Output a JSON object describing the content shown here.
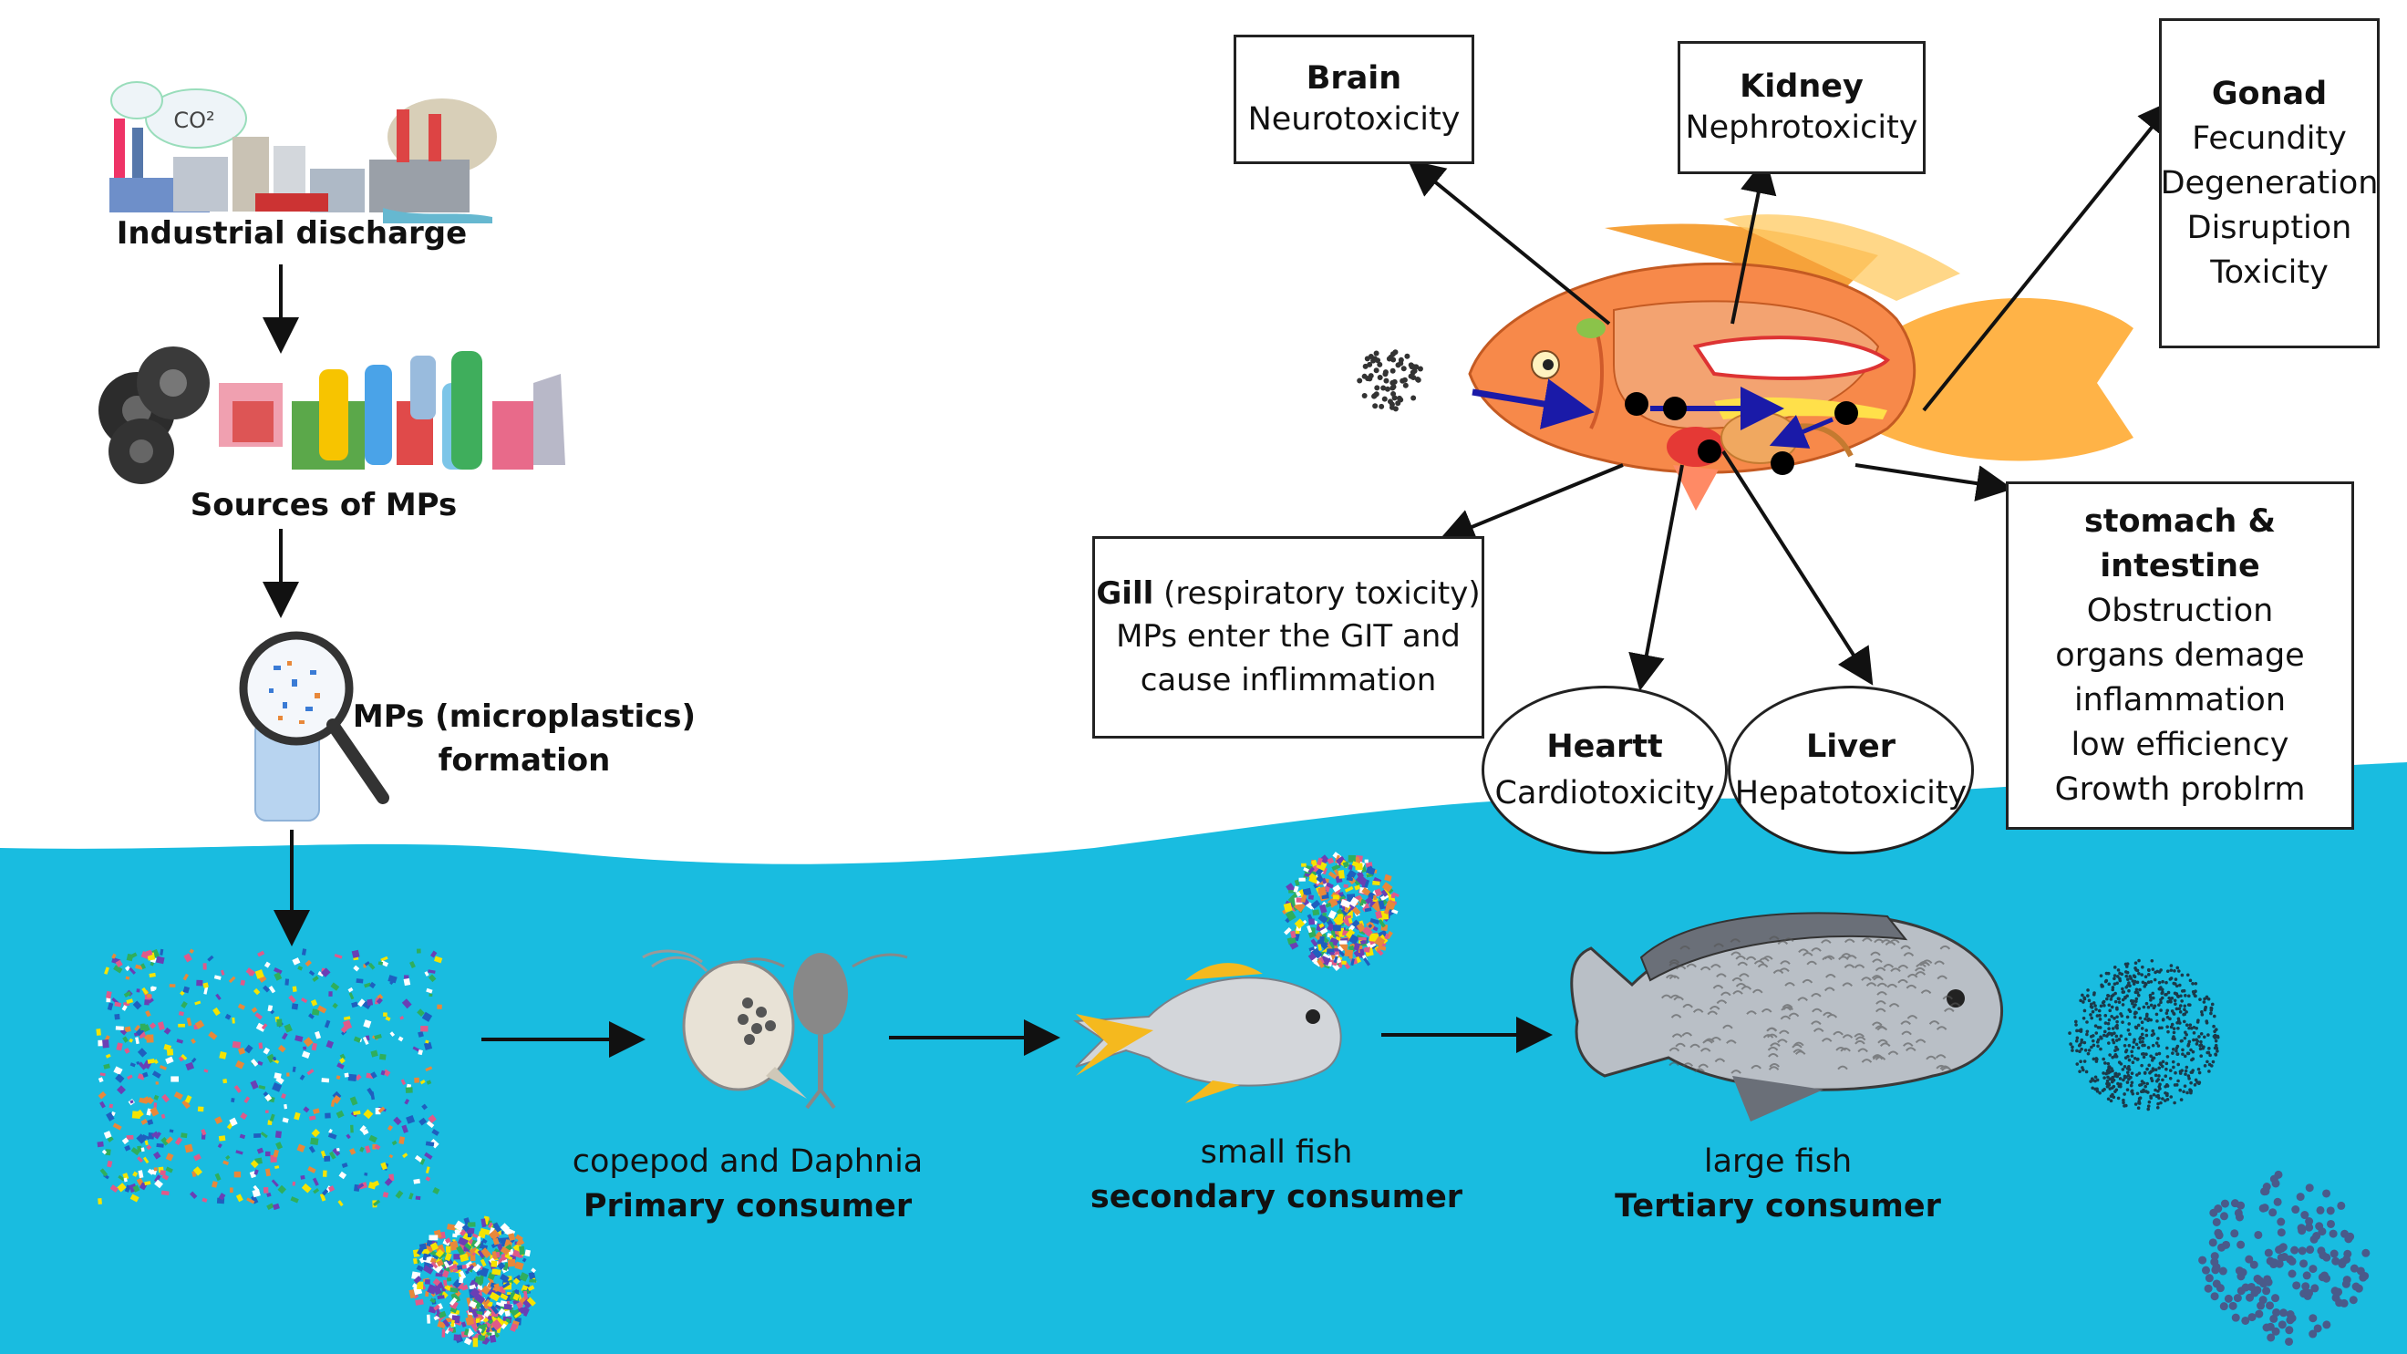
{
  "sources": {
    "industrial": "Industrial discharge",
    "co2": "CO²",
    "sources_mps": "Sources of MPs",
    "formation_line1": "MPs (microplastics)",
    "formation_line2": "formation"
  },
  "food_chain": {
    "primary_name": "copepod and Daphnia",
    "primary_role": "Primary consumer",
    "secondary_name": "small fish",
    "secondary_role": "secondary consumer",
    "tertiary_name": "large fish",
    "tertiary_role": "Tertiary consumer"
  },
  "organs": {
    "brain": {
      "title": "Brain",
      "effect": "Neurotoxicity"
    },
    "kidney": {
      "title": "Kidney",
      "effect": "Nephrotoxicity"
    },
    "gonad": {
      "title": "Gonad",
      "effects": [
        "Fecundity",
        "Degeneration",
        "Disruption",
        "Toxicity"
      ]
    },
    "gill": {
      "title": "Gill",
      "title_note": "(respiratory toxicity)",
      "lines": [
        "MPs enter the GIT and",
        "cause inflimmation"
      ]
    },
    "heart": {
      "title": "Heartt",
      "effect": "Cardiotoxicity"
    },
    "liver": {
      "title": "Liver",
      "effect": "Hepatotoxicity"
    },
    "stomach": {
      "title": "stomach &  intestine",
      "effects": [
        "Obstruction",
        "organs demage",
        "inflammation",
        "low efficiency",
        "Growth problrm"
      ]
    }
  },
  "colors": {
    "water": "#19bce0",
    "fish_body": "#f7894a",
    "fish_fin": "#ffb347",
    "arrow": "#111111",
    "uptake_arrow": "#1a1aa8"
  }
}
